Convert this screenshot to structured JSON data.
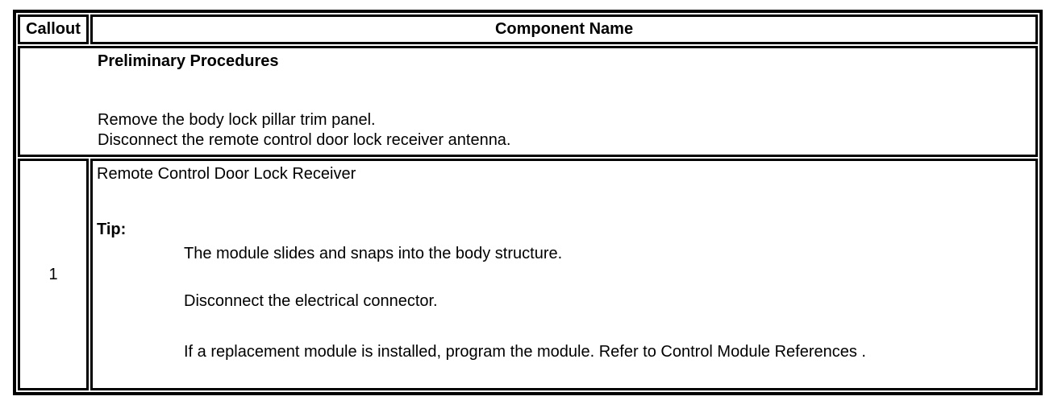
{
  "table": {
    "header": {
      "callout": "Callout",
      "component": "Component Name"
    },
    "preliminary": {
      "title": "Preliminary Procedures",
      "steps": [
        "Remove the body lock pillar trim panel.",
        "Disconnect the remote control door lock receiver antenna."
      ]
    },
    "rows": [
      {
        "callout": "1",
        "name": "Remote Control Door Lock Receiver",
        "tip_label": "Tip:",
        "tips": [
          "The module slides and snaps into the body structure.",
          "Disconnect the electrical connector.",
          "If a replacement module is installed, program the module. Refer to Control Module References ."
        ]
      }
    ]
  }
}
